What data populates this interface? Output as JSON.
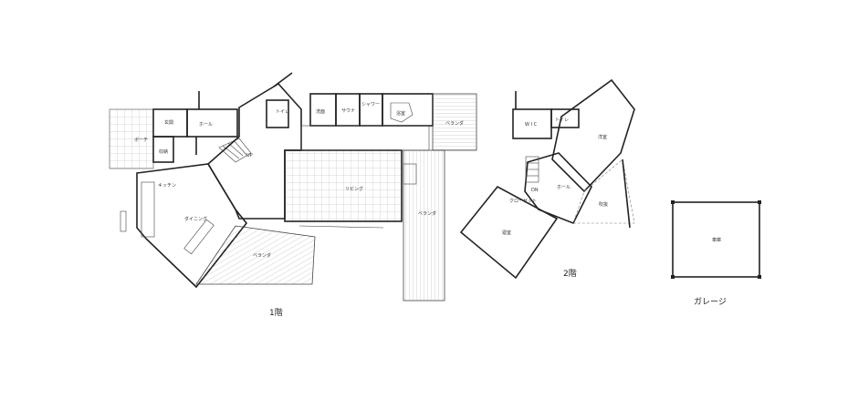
{
  "floor1": {
    "caption": "1階",
    "rooms": {
      "porch": "ポーチ",
      "entrance": "玄関",
      "hall": "ホール",
      "toilet": "トイレ",
      "washroom": "洗面",
      "sauna": "サウナ",
      "shower": "シャワー",
      "bath": "浴室",
      "veranda_east": "ベランダ",
      "storage": "収納",
      "kitchen": "キッチン",
      "up": "UP",
      "living": "リビング",
      "dining": "ダイニング",
      "veranda_south": "ベランダ",
      "veranda_center": "ベランダ"
    }
  },
  "floor2": {
    "caption": "2階",
    "rooms": {
      "wic": "W I C",
      "toilet": "トイレ",
      "western_room": "洋室",
      "hall": "ホール",
      "closet": "クローゼット",
      "dn": "DN",
      "bedroom": "寝室",
      "void": "吹抜"
    }
  },
  "garage": {
    "caption": "ガレージ",
    "rooms": {
      "parking": "車庫"
    }
  }
}
